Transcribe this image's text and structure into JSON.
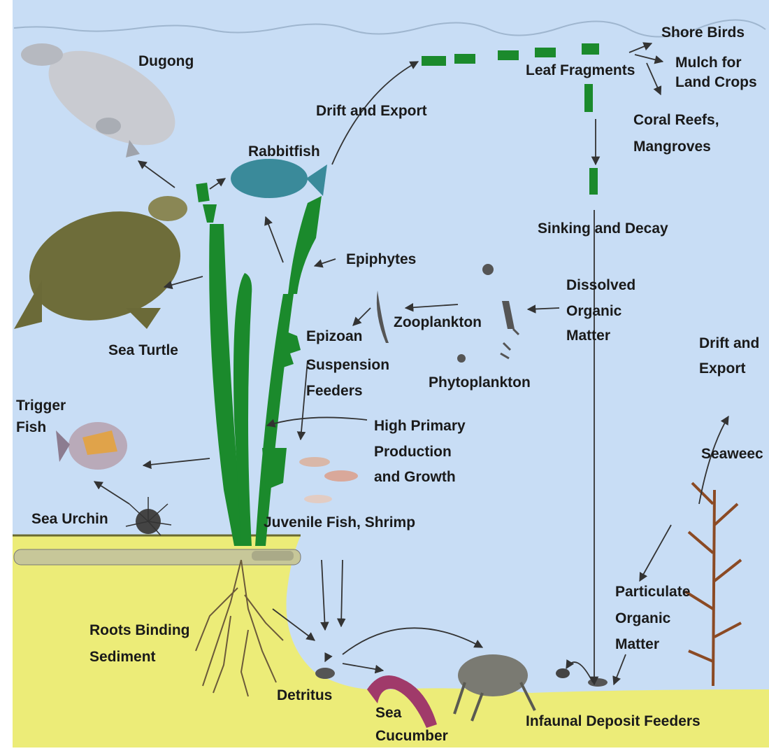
{
  "labels": {
    "dugong": "Dugong",
    "rabbitfish": "Rabbitfish",
    "drift_export_top": "Drift and Export",
    "leaf_fragments": "Leaf Fragments",
    "shore_birds": "Shore Birds",
    "mulch_line1": "Mulch for",
    "mulch_line2": "Land Crops",
    "coral_line1": "Coral Reefs,",
    "coral_line2": "Mangroves",
    "sinking_decay": "Sinking and Decay",
    "epiphytes": "Epiphytes",
    "dom_line1": "Dissolved",
    "dom_line2": "Organic",
    "dom_line3": "Matter",
    "zooplankton": "Zooplankton",
    "phytoplankton": "Phytoplankton",
    "sea_turtle": "Sea Turtle",
    "epizoan_line1": "Epizoan",
    "epizoan_line2": "Suspension",
    "epizoan_line3": "Feeders",
    "drift_export_right_line1": "Drift and",
    "drift_export_right_line2": "Export",
    "trigger_line1": "Trigger",
    "trigger_line2": "Fish",
    "hpp_line1": "High Primary",
    "hpp_line2": "Production",
    "hpp_line3": "and Growth",
    "seaweed": "Seaweec",
    "sea_urchin": "Sea Urchin",
    "juvenile": "Juvenile Fish, Shrimp",
    "pom_line1": "Particulate",
    "pom_line2": "Organic",
    "pom_line3": "Matter",
    "roots_line1": "Roots Binding",
    "roots_line2": "Sediment",
    "detritus": "Detritus",
    "sea_cucumber_line1": "Sea",
    "sea_cucumber_line2": "Cucumber",
    "infaunal": "Infaunal Deposit Feeders"
  },
  "colors": {
    "water": "#c8ddf5",
    "sediment": "#ecec78",
    "seagrass": "#1b8a2c",
    "text": "#1a1a1a",
    "arrow": "#333333"
  }
}
